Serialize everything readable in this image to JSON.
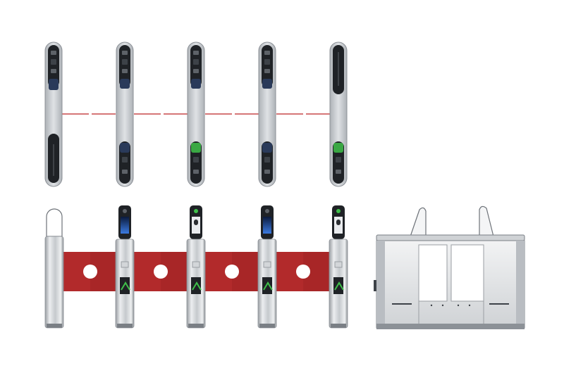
{
  "scene": {
    "subject": "turnstile-gates",
    "views": [
      "top-view",
      "front-view",
      "side-view"
    ],
    "colors": {
      "steel_light": "#e3e5e7",
      "steel_mid": "#b9bdc2",
      "steel_dark": "#8c9197",
      "panel_black": "#1f2226",
      "wing_red": "#b22a2b",
      "beam_red": "#c8484a",
      "indicator_green": "#3fbf4a",
      "screen_blue": "#2b62c9",
      "glass": "#ffffff"
    }
  }
}
